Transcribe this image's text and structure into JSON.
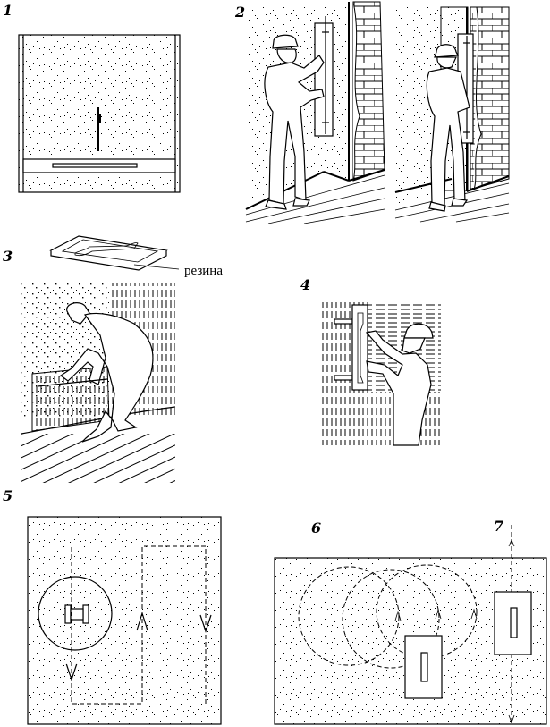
{
  "figures": [
    {
      "id": "1",
      "label": "1",
      "description": "Wall panel with guide rule and vertical stroke direction"
    },
    {
      "id": "2",
      "label": "2",
      "description": "Worker leveling a wall corner with a long float, two positions"
    },
    {
      "id": "3",
      "label": "3",
      "description": "Worker rubbing wall with rubber-faced float"
    },
    {
      "id": "4",
      "label": "4",
      "description": "Worker pressing float against wall"
    },
    {
      "id": "5",
      "label": "5",
      "description": "Circular and rectangular (serpentine) float movement pattern"
    },
    {
      "id": "6",
      "label": "6",
      "description": "Overlapping circular float movement"
    },
    {
      "id": "7",
      "label": "7",
      "description": "Straight vertical float movement"
    }
  ],
  "callouts": {
    "rubber": "резина"
  }
}
